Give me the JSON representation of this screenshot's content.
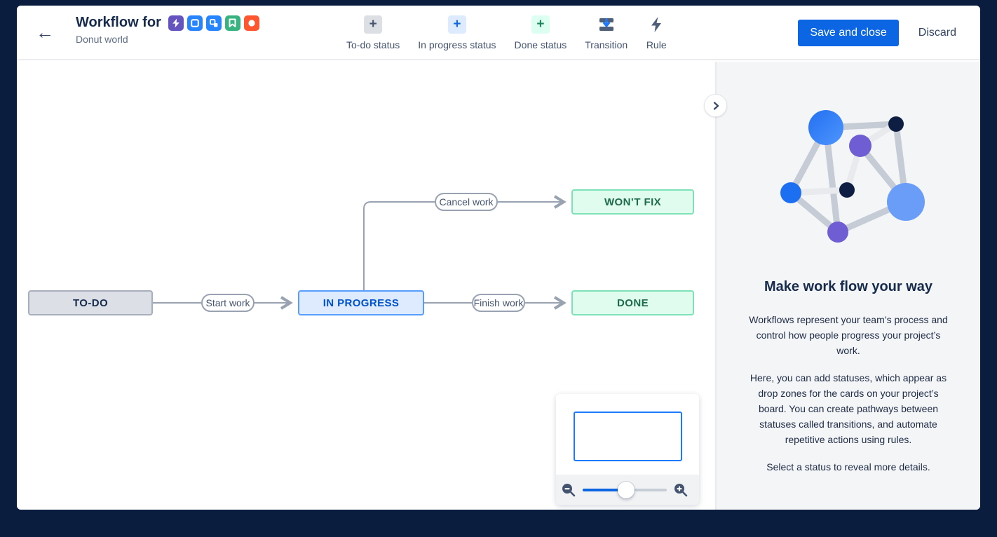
{
  "header": {
    "back_label": "←",
    "title": "Workflow for",
    "subtitle": "Donut world",
    "issue_types": [
      {
        "name": "epic",
        "color": "#6554C0"
      },
      {
        "name": "task",
        "color": "#2684FF"
      },
      {
        "name": "subtask",
        "color": "#2684FF"
      },
      {
        "name": "story",
        "color": "#36B37E"
      },
      {
        "name": "bug",
        "color": "#FF5630"
      }
    ],
    "toolbar": [
      {
        "label": "To-do status",
        "icon": "plus",
        "chip_bg": "#DCDFE4",
        "chip_color": "#44546F"
      },
      {
        "label": "In progress status",
        "icon": "plus",
        "chip_bg": "#DEEBFF",
        "chip_color": "#0C66E4"
      },
      {
        "label": "Done status",
        "icon": "plus",
        "chip_bg": "#DCFFF1",
        "chip_color": "#1F845A"
      },
      {
        "label": "Transition",
        "icon": "transition-bars-arrow"
      },
      {
        "label": "Rule",
        "icon": "lightning-bolt"
      }
    ],
    "plus_glyph": "+",
    "save_button": "Save and close",
    "discard_button": "Discard",
    "save_button_color": "#0C66E4"
  },
  "canvas": {
    "nodes": [
      {
        "id": "todo",
        "label": "TO-DO",
        "category": "todo",
        "bg": "#DCE0E6",
        "border": "#A7AFBC",
        "text": "#172B4D"
      },
      {
        "id": "in-progress",
        "label": "IN PROGRESS",
        "category": "in-progress",
        "bg": "#DEEBFF",
        "border": "#579DFF",
        "text": "#0052CC"
      },
      {
        "id": "done",
        "label": "DONE",
        "category": "done",
        "bg": "#E0FCEF",
        "border": "#7EE2B8",
        "text": "#1C6B4A"
      },
      {
        "id": "wont-fix",
        "label": "WON’T FIX",
        "category": "done",
        "bg": "#E0FCEF",
        "border": "#7EE2B8",
        "text": "#1C6B4A"
      }
    ],
    "transitions": [
      {
        "label": "Start work",
        "from": "todo",
        "to": "in-progress"
      },
      {
        "label": "Finish work",
        "from": "in-progress",
        "to": "done"
      },
      {
        "label": "Cancel work",
        "from": "in-progress",
        "to": "wont-fix"
      }
    ],
    "edge_color": "#98A2B1"
  },
  "minimap": {
    "viewport_border_color": "#1D7AFC",
    "zoom_out": "zoom-out-magnifier",
    "zoom_in": "zoom-in-magnifier",
    "slider_value_pct": 52,
    "slider_fill_color": "#0C66E4"
  },
  "panel": {
    "heading": "Make work flow your way",
    "paragraphs": [
      "Workflows represent your team’s process and control how people progress your project’s work.",
      "Here, you can add statuses, which appear as drop zones for the cards on your project’s board. You can create pathways between statuses called transitions, and automate repetitive actions using rules.",
      "Select a status to reveal more details."
    ],
    "background": "#F4F5F7",
    "illustration_colors": {
      "big_blue": "#2E7EF7",
      "light_blue": "#699DF7",
      "bright_blue": "#1D6FF2",
      "purple": "#6F5ED3",
      "dark_navy": "#0E1D42",
      "edge_gray": "#C6CCD6",
      "edge_light": "#E8EAEE"
    }
  }
}
